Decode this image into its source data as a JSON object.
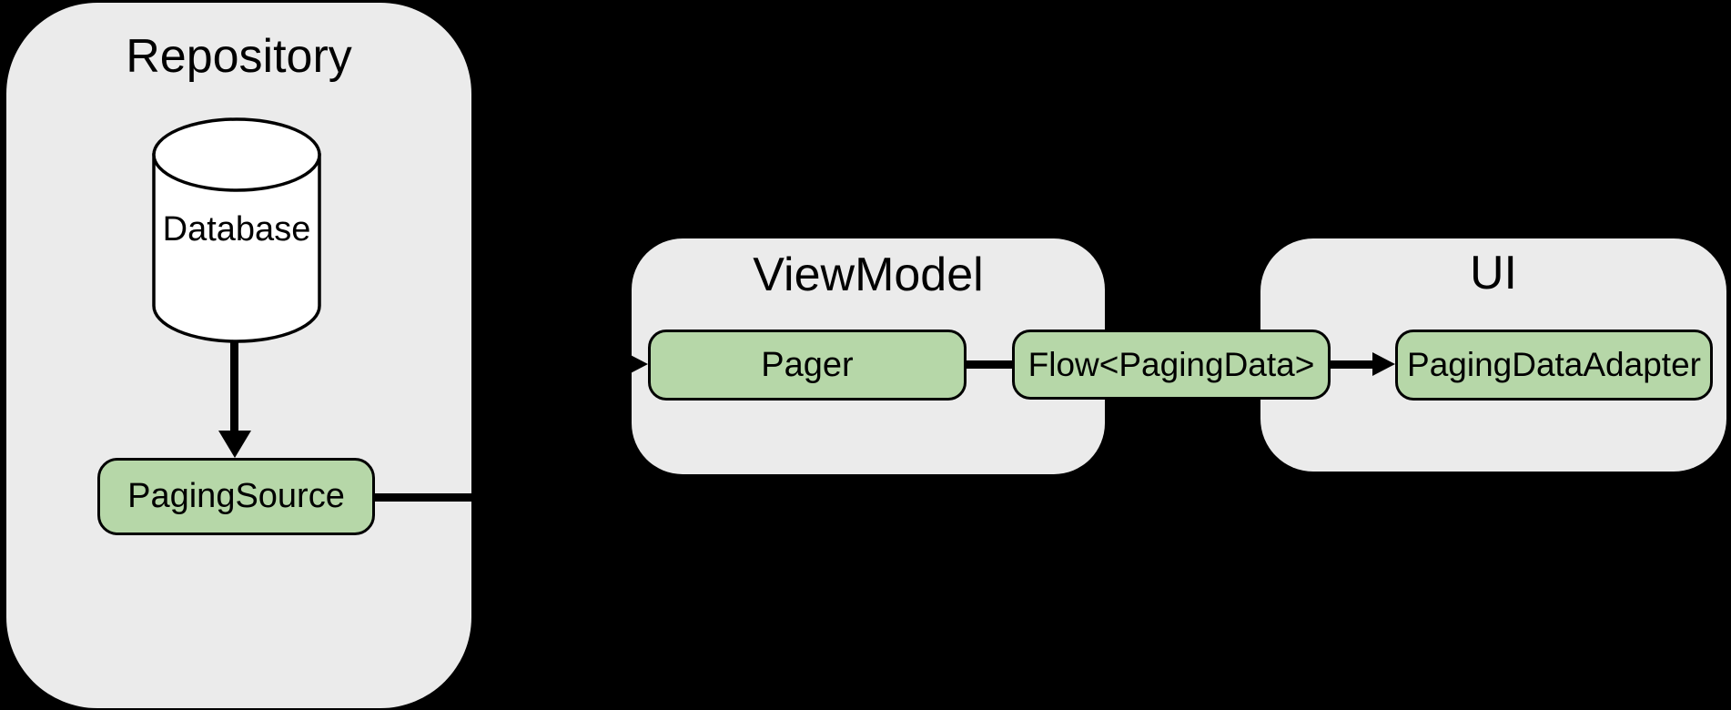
{
  "diagram": {
    "type": "architecture-flow",
    "panels": [
      {
        "title": "Repository",
        "nodes": [
          {
            "label": "Database",
            "shape": "cylinder"
          },
          {
            "label": "PagingSource",
            "shape": "rounded-box"
          }
        ]
      },
      {
        "title": "ViewModel",
        "nodes": [
          {
            "label": "Pager",
            "shape": "rounded-box"
          }
        ]
      },
      {
        "title": "UI",
        "nodes": [
          {
            "label": "PagingDataAdapter",
            "shape": "rounded-box"
          }
        ]
      }
    ],
    "bridge_node": {
      "label": "Flow<PagingData>",
      "shape": "rounded-box"
    },
    "edges": [
      {
        "from": "Database",
        "to": "PagingSource",
        "style": "arrow"
      },
      {
        "from": "PagingSource",
        "to": "Pager",
        "style": "arrow"
      },
      {
        "from": "Pager",
        "to": "Flow<PagingData>",
        "style": "line"
      },
      {
        "from": "Flow<PagingData>",
        "to": "PagingDataAdapter",
        "style": "arrow"
      }
    ],
    "colors": {
      "background": "#000000",
      "panel_fill": "#ebebeb",
      "node_fill": "#b6d7a8",
      "node_border": "#000000",
      "connector": "#000000",
      "text": "#000000",
      "cylinder_fill": "#ffffff"
    }
  }
}
